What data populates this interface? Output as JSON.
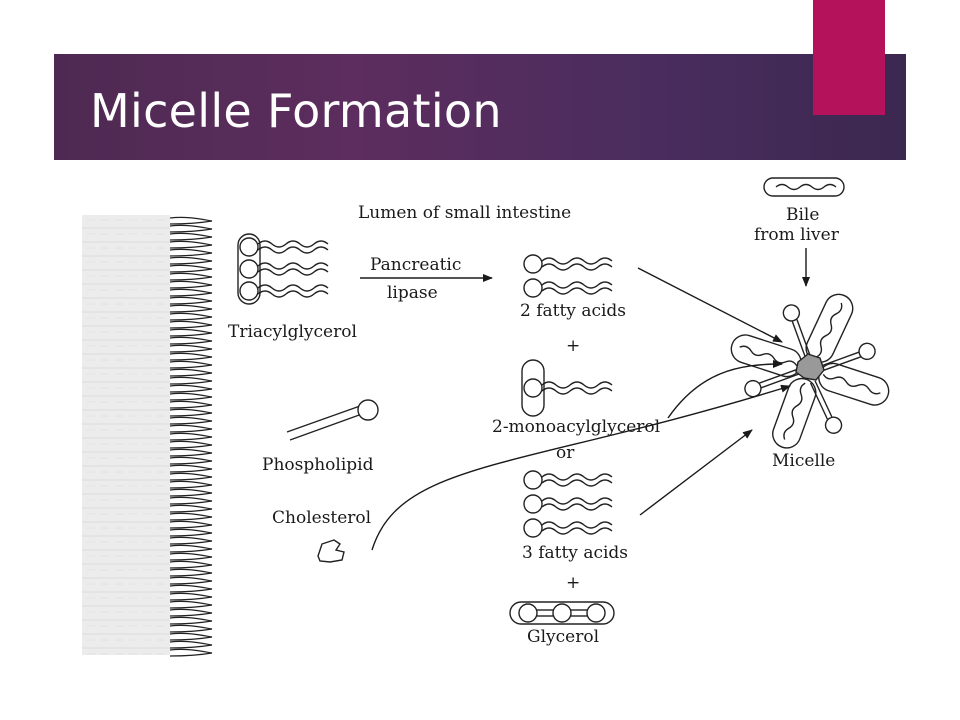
{
  "slide": {
    "title": "Micelle Formation",
    "accent_color": "#b5125c",
    "header_color": "#4e2a52"
  },
  "diagram": {
    "labels": {
      "lumen": "Lumen of small intestine",
      "triacylglycerol": "Triacylglycerol",
      "pancreatic": "Pancreatic",
      "lipase": "lipase",
      "fatty_acids_2": "2 fatty acids",
      "plus_1": "+",
      "monoacylglycerol": "2-monoacylglycerol",
      "or": "or",
      "fatty_acids_3": "3 fatty acids",
      "plus_2": "+",
      "glycerol": "Glycerol",
      "phospholipid": "Phospholipid",
      "cholesterol": "Cholesterol",
      "bile_1": "Bile",
      "bile_2": "from liver",
      "micelle": "Micelle"
    }
  }
}
